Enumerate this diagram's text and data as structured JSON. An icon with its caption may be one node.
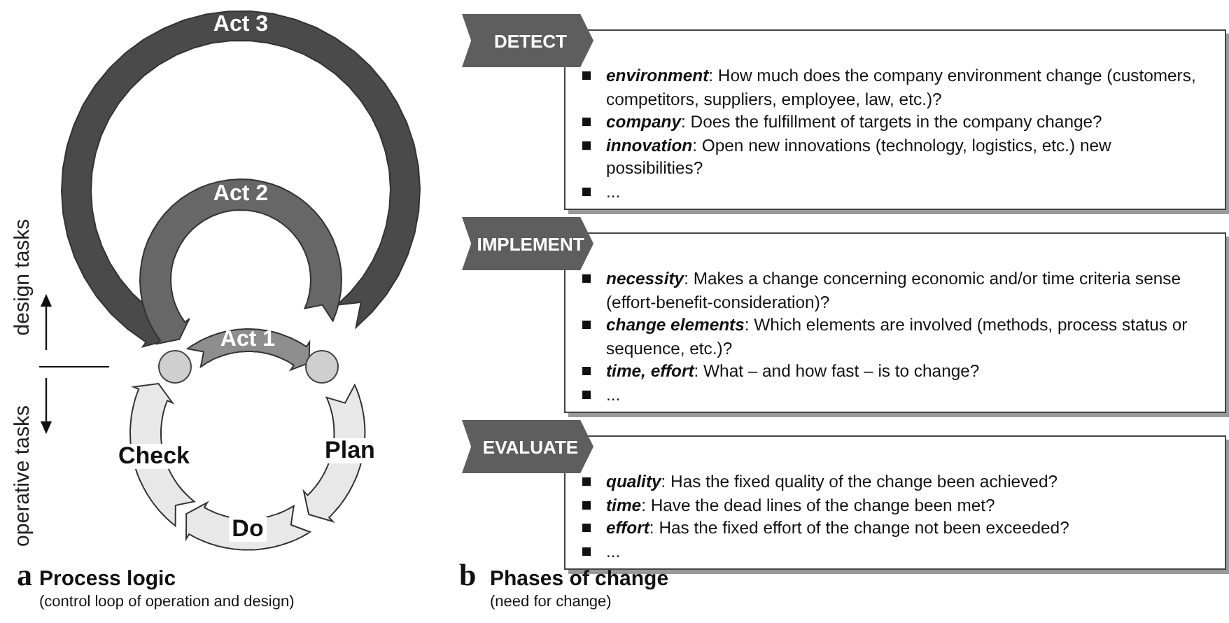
{
  "diagram": {
    "nodes": [
      {
        "text": [
          "Act 3"
        ]
      },
      {
        "text": [
          "Act 2"
        ]
      },
      {
        "text": [
          "Act 1"
        ]
      },
      {
        "text": [],
        "shape": "circle"
      },
      {
        "text": [],
        "shape": "circle"
      },
      {
        "text": [
          "Check"
        ]
      },
      {
        "text": [
          "Plan"
        ]
      },
      {
        "text": [
          "Do"
        ]
      },
      {
        "text": [
          "DETECT",
          "**environment**: How much does the company environment change (customers, competitors, suppliers, employee, law, etc.)?",
          "**company**: Does the fulfillment of targets in the company change?",
          "**innovation**: Open new innovations (technology, logistics, etc.) new possibilities?",
          "..."
        ]
      },
      {
        "text": [
          "IMPLEMENT",
          "**necessity**: Makes a change concerning economic and/or time criteria sense (effort-benefit-consideration)?",
          "**change elements**: Which elements are involved (methods, process status or sequence, etc.)?",
          "**time, effort**: What – and how fast – is to change?",
          "..."
        ]
      },
      {
        "text": [
          "EVALUATE",
          "**quality**: Has the fixed quality of the change been achieved?",
          "**time**: Have the dead lines of the change been met?",
          "**effort**: Has the fixed effort of the change not been exceeded?",
          "..."
        ]
      }
    ],
    "labels": [
      "design tasks",
      "operative tasks",
      "a",
      "Process logic",
      "(control loop of operation and design)",
      "b",
      "Phases of change",
      "(need for change)"
    ]
  }
}
